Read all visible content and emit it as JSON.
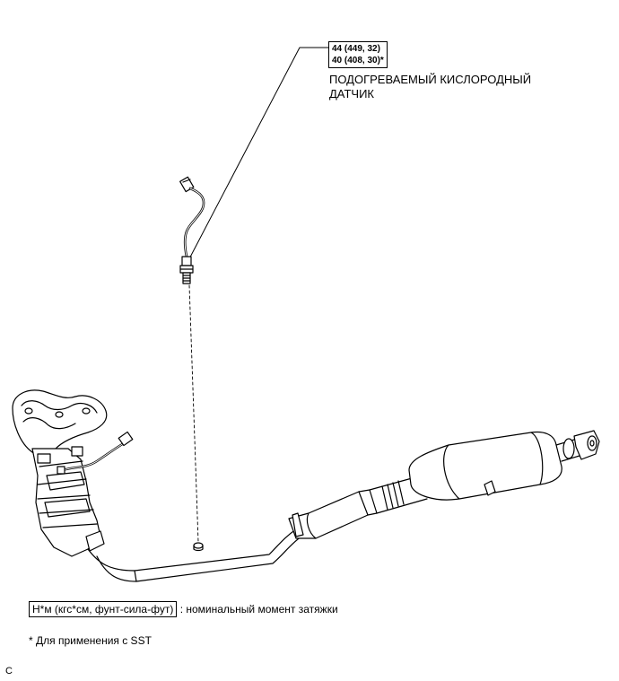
{
  "torque": {
    "line1": "44 (449, 32)",
    "line2": "40 (408, 30)*"
  },
  "part_label": {
    "line1": "ПОДОГРЕВАЕМЫЙ КИСЛОРОДНЫЙ",
    "line2": "ДАТЧИК"
  },
  "legend": {
    "unit_box": "Н*м (кгс*см, фунт-сила-фут)",
    "description": ": номинальный момент затяжки"
  },
  "note": "* Для применения с SST",
  "figure_code": "C"
}
